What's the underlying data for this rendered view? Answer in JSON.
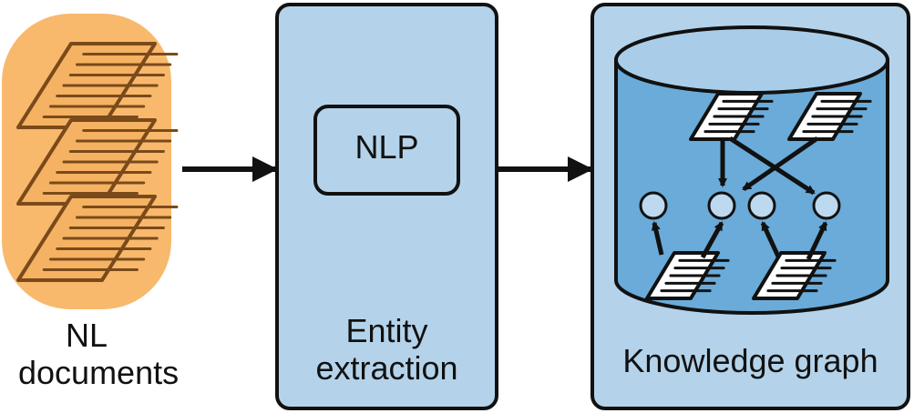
{
  "documents": {
    "label_line1": "NL",
    "label_line2": "documents"
  },
  "extraction": {
    "inner_label": "NLP",
    "label_line1": "Entity",
    "label_line2": "extraction"
  },
  "knowledge_graph": {
    "label": "Knowledge graph"
  },
  "colors": {
    "box_fill": "#b4d3ea",
    "docs_blob": "#f8b96d",
    "doc_sheet": "#f5b263",
    "doc_stroke": "#7a4a1a",
    "cylinder_body": "#6aabd9",
    "cylinder_top": "#a9cde9",
    "node_fill": "#bcd9ef",
    "stroke": "#111111"
  },
  "icons": {
    "documents": "stacked-document-icon",
    "graph_docs": "document-icon",
    "graph_nodes": "circle-node-icon",
    "database": "cylinder-database-icon",
    "arrows": "arrow-right-icon"
  }
}
